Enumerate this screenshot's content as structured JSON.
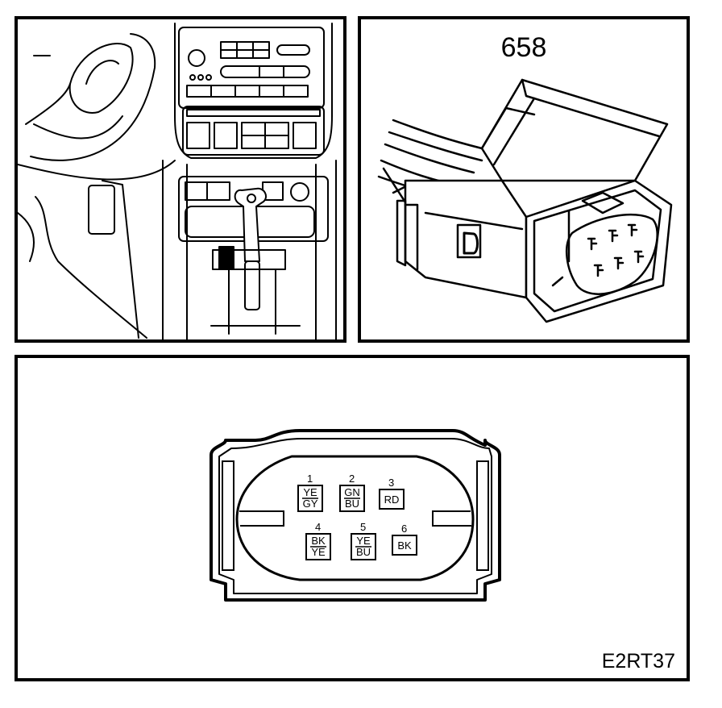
{
  "connector": {
    "number": "658",
    "figure_code": "E2RT37",
    "pins": [
      {
        "num": "1",
        "colors": [
          "YE",
          "GY"
        ]
      },
      {
        "num": "2",
        "colors": [
          "GN",
          "BU"
        ]
      },
      {
        "num": "3",
        "colors": [
          "RD"
        ]
      },
      {
        "num": "4",
        "colors": [
          "BK",
          "YE"
        ]
      },
      {
        "num": "5",
        "colors": [
          "YE",
          "BU"
        ]
      },
      {
        "num": "6",
        "colors": [
          "BK"
        ]
      }
    ]
  }
}
